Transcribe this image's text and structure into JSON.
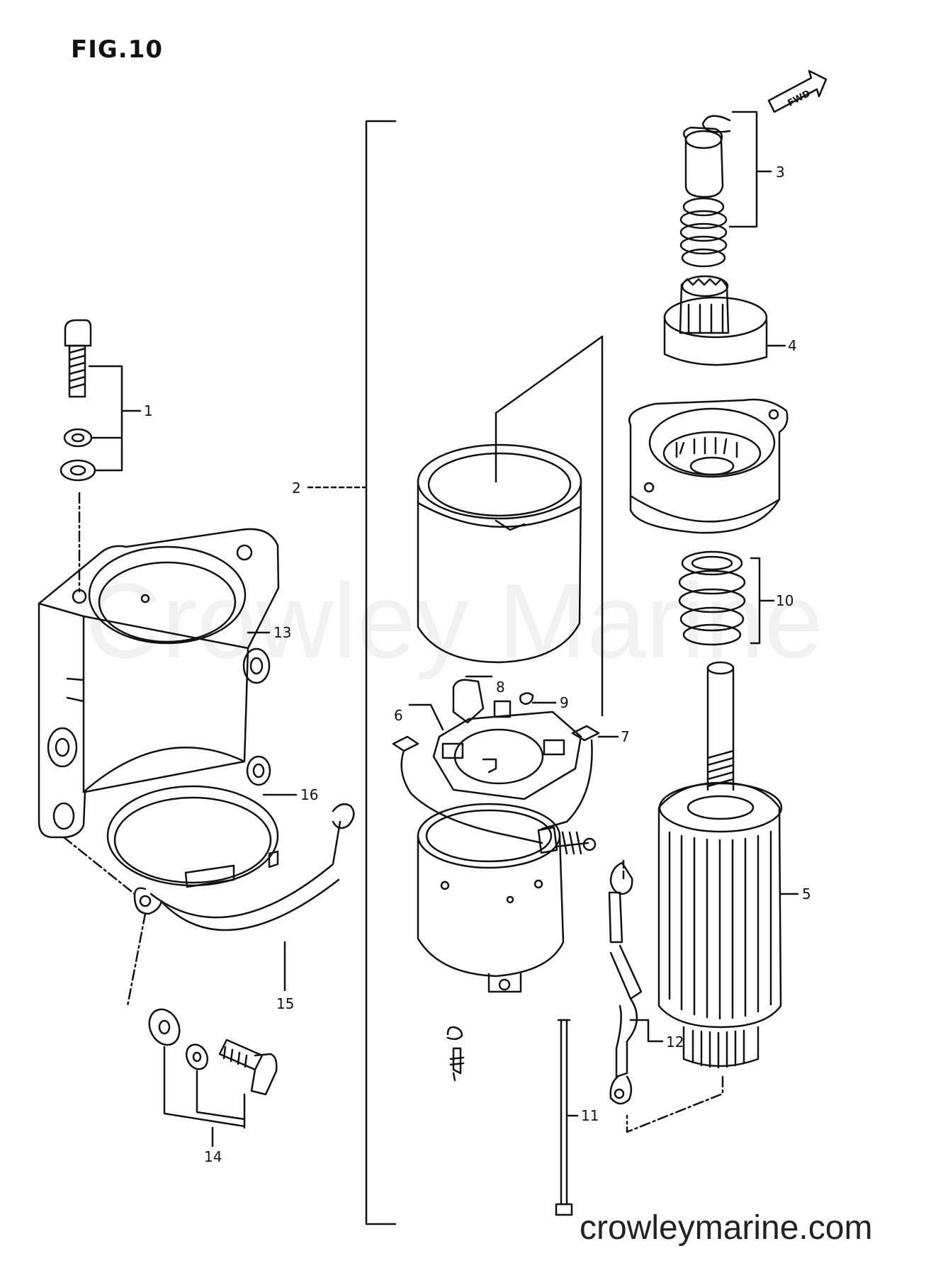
{
  "figure": {
    "title": "FIG.10",
    "watermark": "Crowley Marine",
    "website": "crowleymarine.com",
    "direction_label": "FWD"
  },
  "callouts": [
    {
      "id": "c1",
      "label": "1"
    },
    {
      "id": "c2",
      "label": "2"
    },
    {
      "id": "c3",
      "label": "3"
    },
    {
      "id": "c4",
      "label": "4"
    },
    {
      "id": "c5",
      "label": "5"
    },
    {
      "id": "c6",
      "label": "6"
    },
    {
      "id": "c7",
      "label": "7"
    },
    {
      "id": "c8",
      "label": "8"
    },
    {
      "id": "c9",
      "label": "9"
    },
    {
      "id": "c10",
      "label": "10"
    },
    {
      "id": "c11",
      "label": "11"
    },
    {
      "id": "c12",
      "label": "12"
    },
    {
      "id": "c13",
      "label": "13"
    },
    {
      "id": "c14",
      "label": "14"
    },
    {
      "id": "c15",
      "label": "15"
    },
    {
      "id": "c16",
      "label": "16"
    }
  ]
}
